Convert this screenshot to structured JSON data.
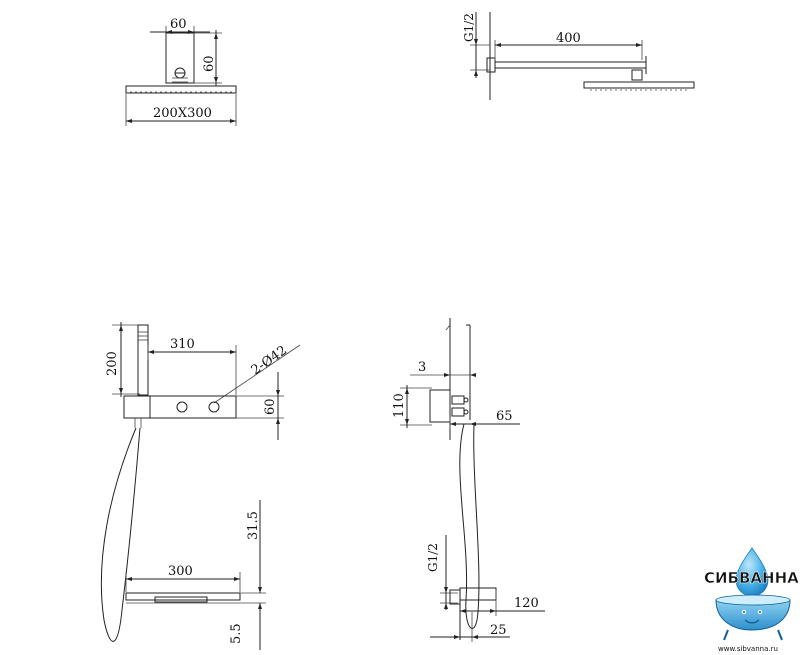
{
  "dimensions": {
    "head_width": "60",
    "head_height": "60",
    "head_size": "200X300",
    "thread_top": "G1/2",
    "arm_length": "400",
    "panel_height": "200",
    "panel_width": "310",
    "holes": "2-Ø42",
    "panel_depth": "60",
    "wall_gap": "3",
    "mount_height": "110",
    "mount_depth": "65",
    "spout_thickness": "31.5",
    "spout_width": "300",
    "spout_lip": "5.5",
    "thread_bottom": "G1/2",
    "outlet_length": "120",
    "outlet_offset": "25"
  },
  "logo": {
    "name": "СИБВАННА",
    "site": "www.sibvanna.ru",
    "colors": {
      "primary": "#1a7fc4",
      "light": "#4ab3e6",
      "dark": "#0f5f99"
    }
  }
}
